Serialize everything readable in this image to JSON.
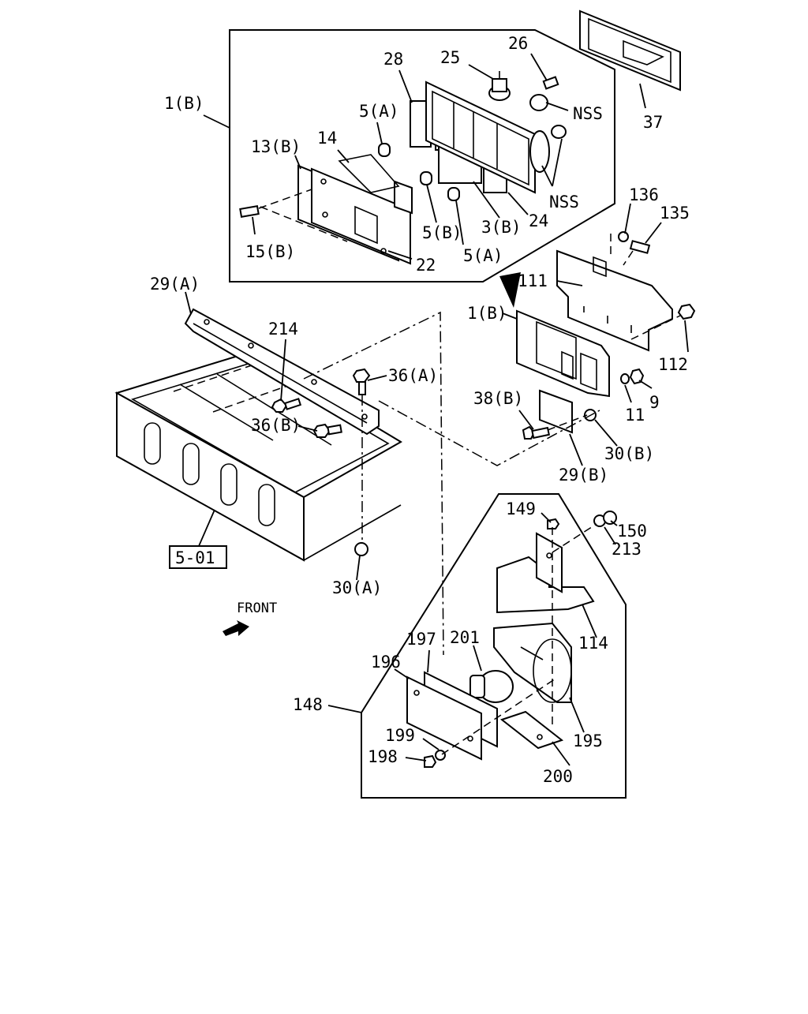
{
  "diagram": {
    "callouts": {
      "c_1b_top": "1(B)",
      "c_28": "28",
      "c_25": "25",
      "c_26": "26",
      "c_nss1": "NSS",
      "c_37": "37",
      "c_5a_top": "5(A)",
      "c_13b": "13(B)",
      "c_14": "14",
      "c_nss2": "NSS",
      "c_15b": "15(B)",
      "c_22": "22",
      "c_5b": "5(B)",
      "c_3b": "3(B)",
      "c_24": "24",
      "c_5a_bot": "5(A)",
      "c_136": "136",
      "c_135": "135",
      "c_29a": "29(A)",
      "c_111": "111",
      "c_214": "214",
      "c_1b_mid": "1(B)",
      "c_112": "112",
      "c_36a": "36(A)",
      "c_38b": "38(B)",
      "c_9": "9",
      "c_36b": "36(B)",
      "c_11": "11",
      "c_30b": "30(B)",
      "c_29b": "29(B)",
      "c_149": "149",
      "c_150": "150",
      "c_213": "213",
      "c_30a": "30(A)",
      "c_front": "FRONT",
      "c_114": "114",
      "c_197": "197",
      "c_201": "201",
      "c_196": "196",
      "c_148": "148",
      "c_199": "199",
      "c_195": "195",
      "c_198": "198",
      "c_200": "200"
    },
    "ref_box": "5-01"
  }
}
